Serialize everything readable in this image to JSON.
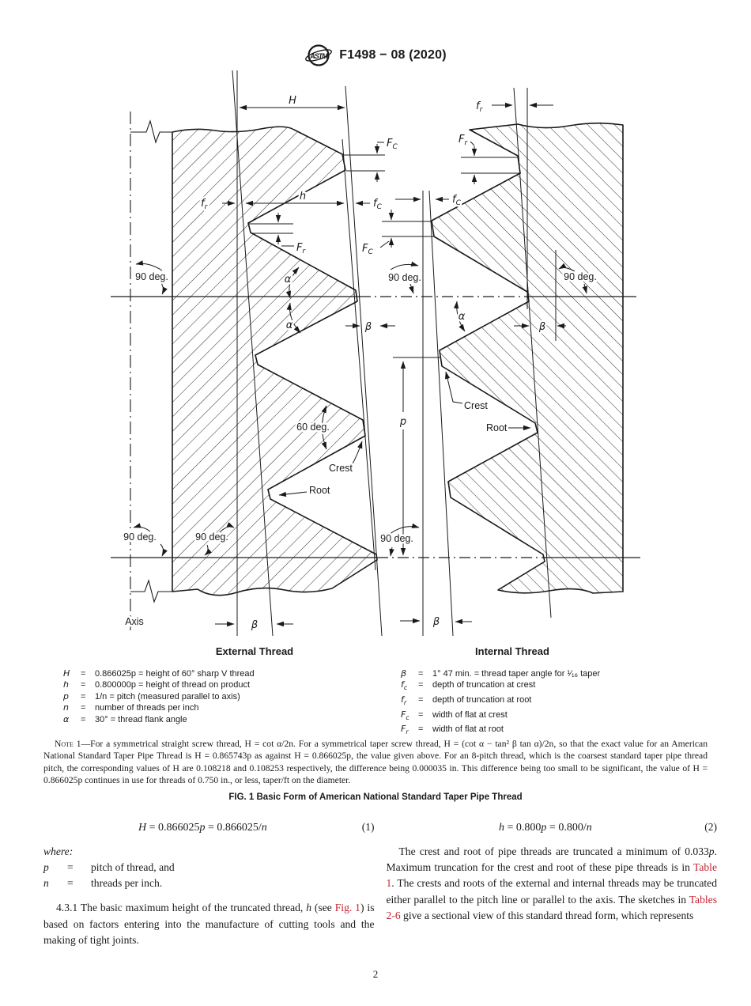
{
  "header": {
    "logo_text": "ASTM",
    "code": "F1498 − 08 (2020)"
  },
  "figure": {
    "caption": "FIG. 1 Basic Form of American National Standard Taper Pipe Thread",
    "diagram_labels": {
      "H": "H",
      "h": "h",
      "p": "p",
      "alpha": "α",
      "beta": "β",
      "deg90": "90 deg.",
      "deg60": "60 deg.",
      "crest": "Crest",
      "root": "Root",
      "axis": "Axis",
      "fc": {
        "sym": "f",
        "sub": "C"
      },
      "fr": {
        "sym": "f",
        "sub": "r"
      },
      "Fc": {
        "sym": "F",
        "sub": "C"
      },
      "Fr": {
        "sym": "F",
        "sub": "r"
      }
    },
    "legend": {
      "external": {
        "title": "External Thread",
        "rows": [
          {
            "sym": "H",
            "sub": "",
            "def": "0.866025p = height of 60° sharp V thread"
          },
          {
            "sym": "h",
            "sub": "",
            "def": "0.800000p = height of thread on product"
          },
          {
            "sym": "p",
            "sub": "",
            "def": "1/n = pitch (measured parallel to axis)"
          },
          {
            "sym": "n",
            "sub": "",
            "def": "number of threads per inch"
          },
          {
            "sym": "α",
            "sub": "",
            "def": "30° = thread flank angle"
          }
        ]
      },
      "internal": {
        "title": "Internal Thread",
        "rows": [
          {
            "sym": "β",
            "sub": "",
            "def": "1° 47 min. = thread taper angle for ¹⁄₁₆ taper"
          },
          {
            "sym": "f",
            "sub": "c",
            "def": "depth of truncation at crest"
          },
          {
            "sym": "f",
            "sub": "r",
            "def": "depth of truncation at root"
          },
          {
            "sym": "F",
            "sub": "c",
            "def": "width of flat at crest"
          },
          {
            "sym": "F",
            "sub": "r",
            "def": "width of flat at root"
          }
        ]
      }
    },
    "note": {
      "label": "Note 1—",
      "text": "For a symmetrical straight screw thread, H = cot α/2n. For a symmetrical taper screw thread, H = (cot α − tan² β tan α)/2n, so that the exact value for an American National Standard Taper Pipe Thread is H = 0.865743p as against H = 0.866025p, the value given above. For an 8-pitch thread, which is the coarsest standard taper pipe thread pitch, the corresponding values of H are 0.108218 and 0.108253 respectively, the difference being 0.000035 in. This difference being too small to be significant, the value of H = 0.866025p continues in use for threads of 0.750 in., or less, taper/ft on the diameter."
    }
  },
  "body": {
    "eq1": {
      "segs": [
        {
          "t": "i",
          "v": "H"
        },
        {
          "t": "t",
          "v": " = 0.866025"
        },
        {
          "t": "i",
          "v": "p"
        },
        {
          "t": "t",
          "v": " = 0.866025/"
        },
        {
          "t": "i",
          "v": "n"
        }
      ],
      "number": "(1)"
    },
    "eq2": {
      "segs": [
        {
          "t": "i",
          "v": "h"
        },
        {
          "t": "t",
          "v": " = 0.800"
        },
        {
          "t": "i",
          "v": "p"
        },
        {
          "t": "t",
          "v": " = 0.800/"
        },
        {
          "t": "i",
          "v": "n"
        }
      ],
      "number": "(2)"
    },
    "where_label": "where:",
    "where_rows": [
      {
        "sym": "p",
        "eq": "=",
        "def": "pitch of thread, and"
      },
      {
        "sym": "n",
        "eq": "=",
        "def": "threads per inch."
      }
    ],
    "para_431": {
      "segs": [
        {
          "t": "t",
          "v": "4.3.1  The basic maximum height of the truncated thread, "
        },
        {
          "t": "i",
          "v": "h"
        },
        {
          "t": "t",
          "v": " (see "
        },
        {
          "t": "l",
          "v": "Fig. 1"
        },
        {
          "t": "t",
          "v": ") is based on factors entering into the manufacture of cutting tools and the making of tight joints."
        }
      ]
    },
    "para_crest": {
      "segs": [
        {
          "t": "t",
          "v": "The crest and root of pipe threads are truncated a minimum of 0.033"
        },
        {
          "t": "i",
          "v": "p"
        },
        {
          "t": "t",
          "v": ". Maximum truncation for the crest and root of these pipe threads is in "
        },
        {
          "t": "l",
          "v": "Table 1"
        },
        {
          "t": "t",
          "v": ". The crests and roots of the external and internal threads may be truncated either parallel to the pitch line or parallel to the axis. The sketches in "
        },
        {
          "t": "l",
          "v": "Tables 2-6"
        },
        {
          "t": "t",
          "v": " give a sectional view of this standard thread form, which represents"
        }
      ]
    }
  },
  "page_number": "2",
  "colors": {
    "link_red": "#c32432",
    "ink": "#1a1a1a"
  }
}
